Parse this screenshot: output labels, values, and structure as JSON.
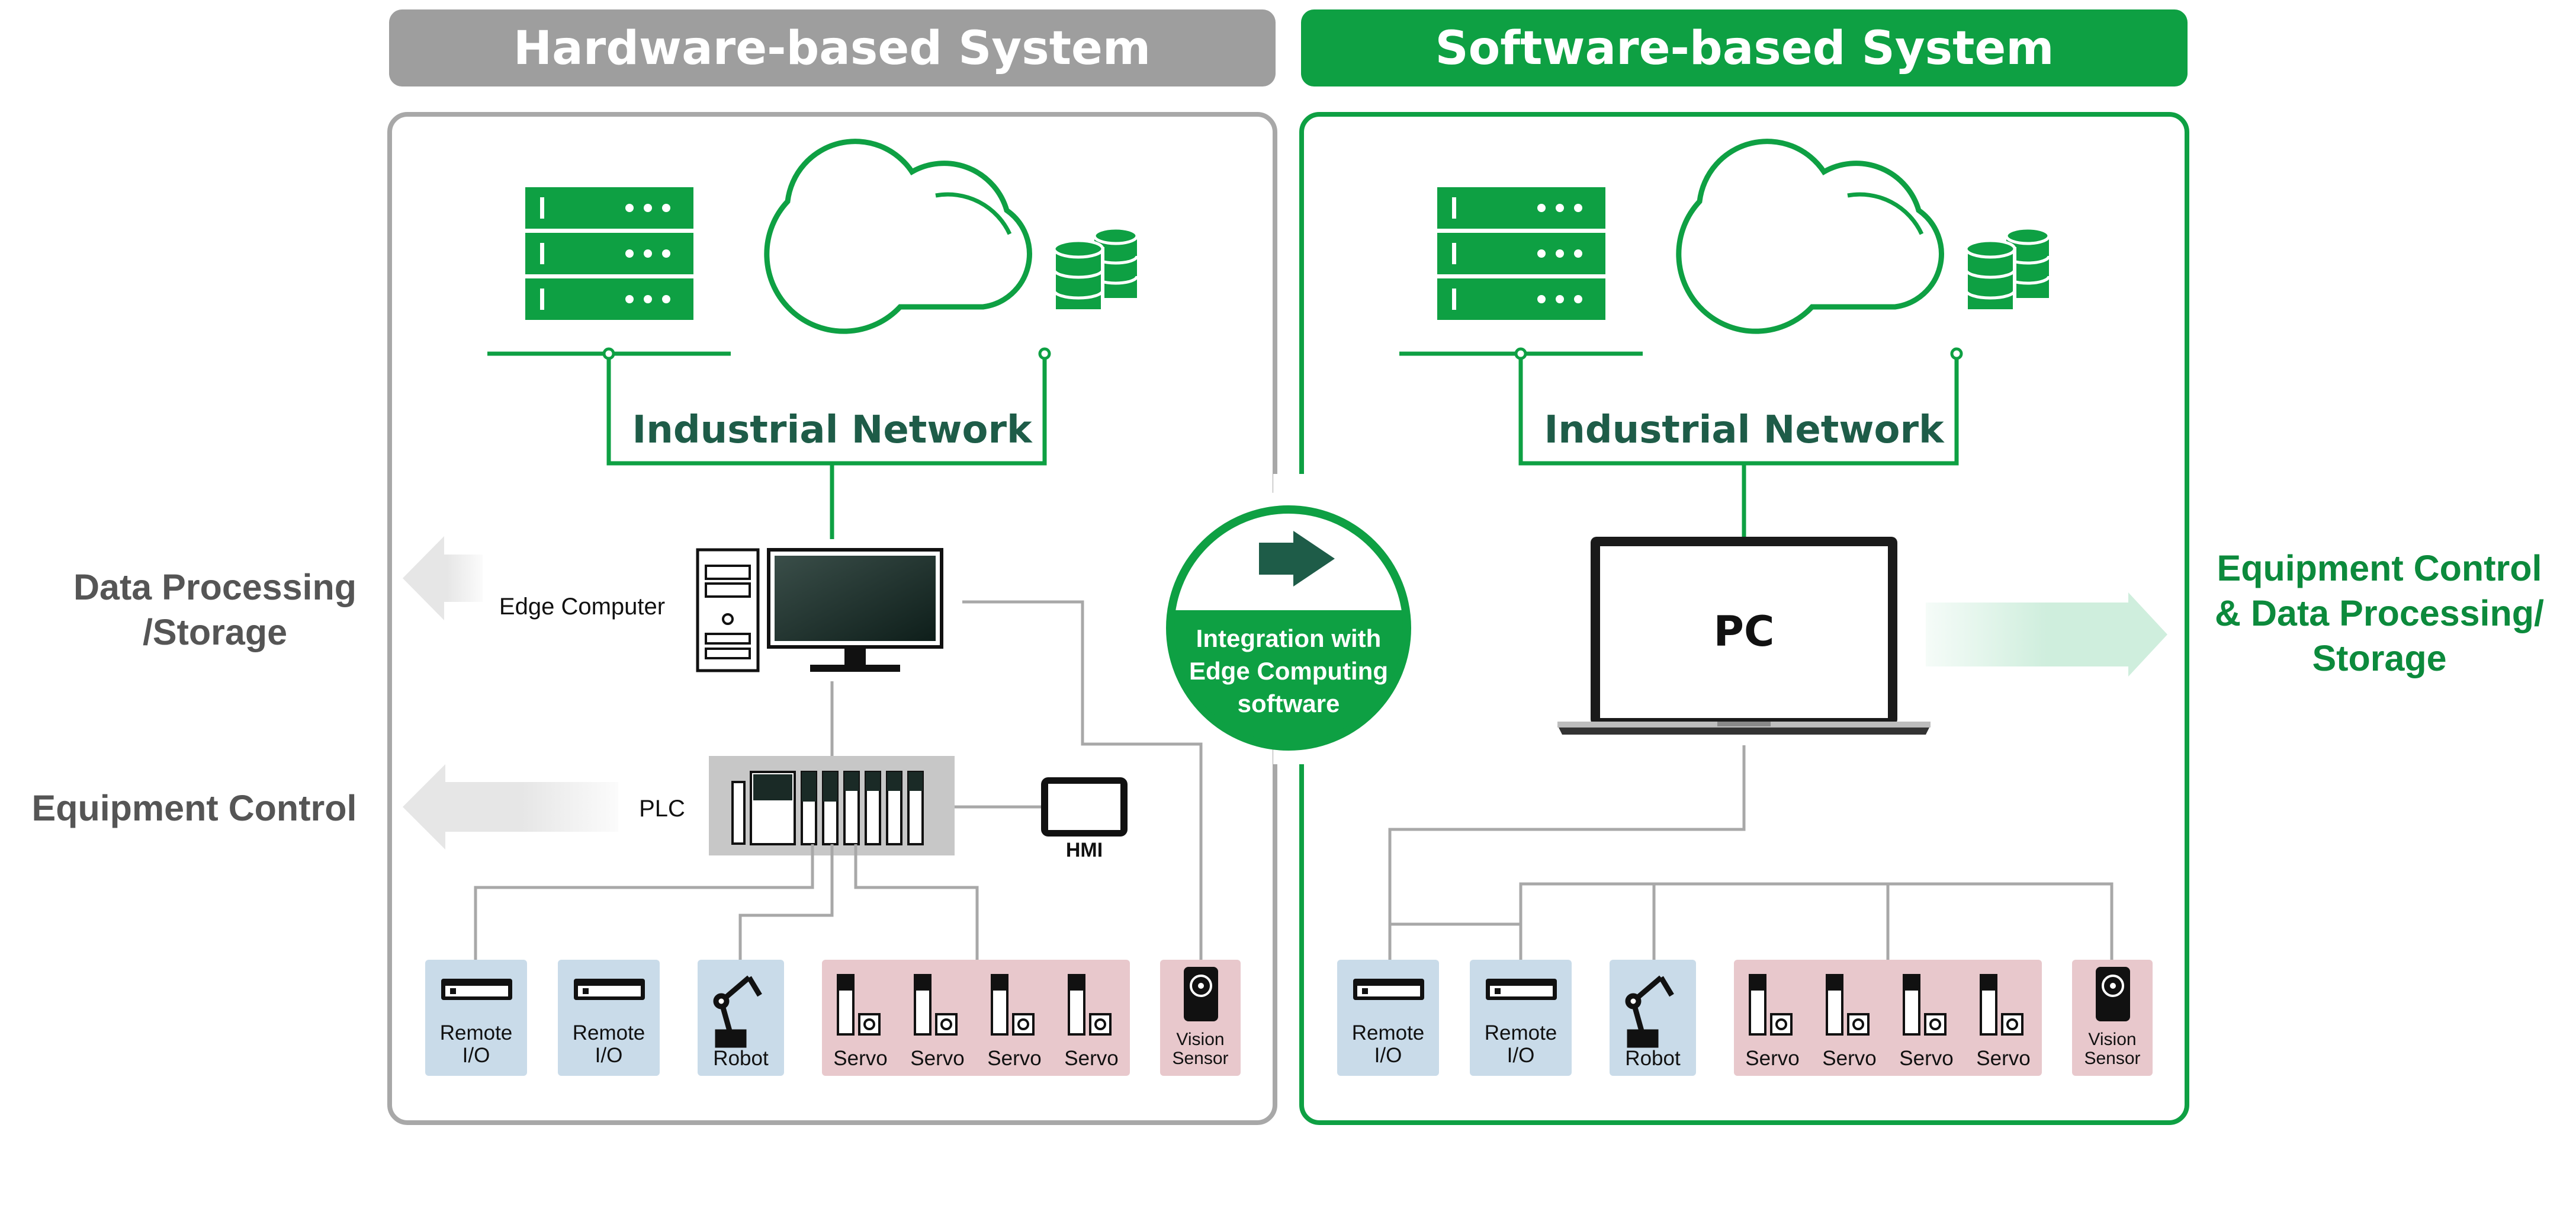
{
  "colors": {
    "green": "#0ea043",
    "dark_green_text": "#1e5c48",
    "gray_header": "#9e9e9e",
    "gray_border": "#a8a8a8",
    "remote_io_bg": "#c9dbe9",
    "servo_bg": "#e8c8cc",
    "arrow_light_gray": "#e6e6e6",
    "arrow_light_green": "#cfeedd"
  },
  "hardware_panel": {
    "title": "Hardware-based System",
    "network_label": "Industrial Network",
    "edge_computer_label": "Edge Computer",
    "plc_label": "PLC",
    "hmi_label": "HMI",
    "devices": {
      "remote_io_1": [
        "Remote",
        "I/O"
      ],
      "remote_io_2": [
        "Remote",
        "I/O"
      ],
      "robot": "Robot",
      "servos": [
        "Servo",
        "Servo",
        "Servo",
        "Servo"
      ],
      "vision_sensor": [
        "Vision",
        "Sensor"
      ]
    }
  },
  "software_panel": {
    "title": "Software-based System",
    "network_label": "Industrial Network",
    "pc_label": "PC",
    "devices": {
      "remote_io_1": [
        "Remote",
        "I/O"
      ],
      "remote_io_2": [
        "Remote",
        "I/O"
      ],
      "robot": "Robot",
      "servos": [
        "Servo",
        "Servo",
        "Servo",
        "Servo"
      ],
      "vision_sensor": [
        "Vision",
        "Sensor"
      ]
    }
  },
  "integration_badge": {
    "lines": [
      "Integration with",
      "Edge Computing",
      "software"
    ]
  },
  "left_labels": {
    "data_processing": [
      "Data Processing",
      "/Storage"
    ],
    "equipment_control": "Equipment Control"
  },
  "right_label": {
    "lines": [
      "Equipment Control",
      "& Data Processing/",
      "Storage"
    ]
  },
  "icons": [
    "server-rack-icon",
    "cloud-database-icon",
    "tower-pc-icon",
    "monitor-icon",
    "laptop-icon",
    "plc-rack-icon",
    "hmi-panel-icon",
    "remote-io-icon",
    "robot-arm-icon",
    "servo-drive-icon",
    "vision-sensor-icon",
    "arrow-right-icon"
  ]
}
